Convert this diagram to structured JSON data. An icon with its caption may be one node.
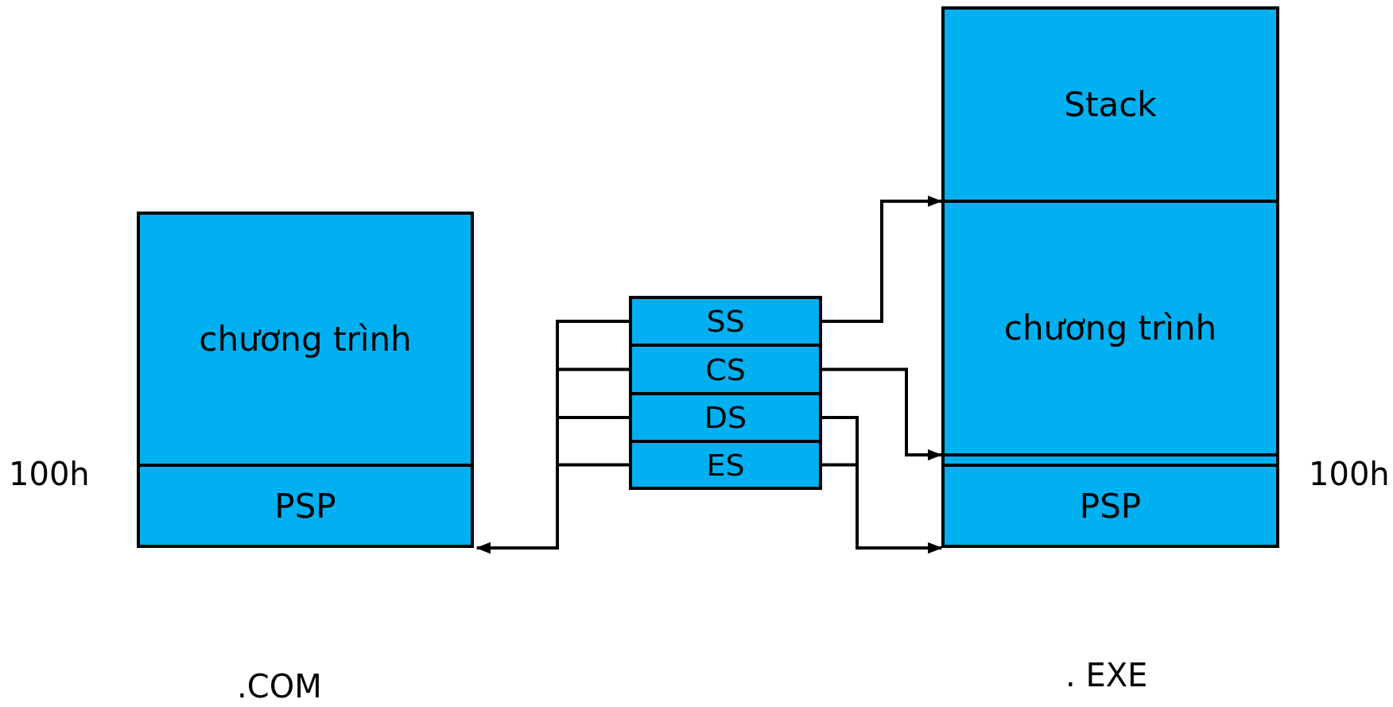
{
  "diagram": {
    "nodes": [
      {
        "text": [
          "chương trình"
        ]
      },
      {
        "text": [
          "PSP"
        ]
      },
      {
        "text": [
          "SS"
        ]
      },
      {
        "text": [
          "CS"
        ]
      },
      {
        "text": [
          "DS"
        ]
      },
      {
        "text": [
          "ES"
        ]
      },
      {
        "text": [
          "Stack"
        ]
      },
      {
        "text": [
          "chương trình"
        ]
      },
      {
        "text": [],
        "shape": "bar"
      },
      {
        "text": [
          "PSP"
        ]
      }
    ],
    "edges": [
      {
        "from": 2,
        "to": 1,
        "arrow": "to"
      },
      {
        "from": 3,
        "to": 1,
        "arrow": "to"
      },
      {
        "from": 4,
        "to": 1,
        "arrow": "to"
      },
      {
        "from": 5,
        "to": 1,
        "arrow": "to"
      },
      {
        "from": 2,
        "to": 7,
        "arrow": "to"
      },
      {
        "from": 3,
        "to": 8,
        "arrow": "to"
      },
      {
        "from": 4,
        "to": 9,
        "arrow": "to"
      },
      {
        "from": 5,
        "to": 9,
        "arrow": "to"
      }
    ],
    "labels": [
      "100h",
      "100h",
      ".COM",
      ". EXE"
    ]
  }
}
